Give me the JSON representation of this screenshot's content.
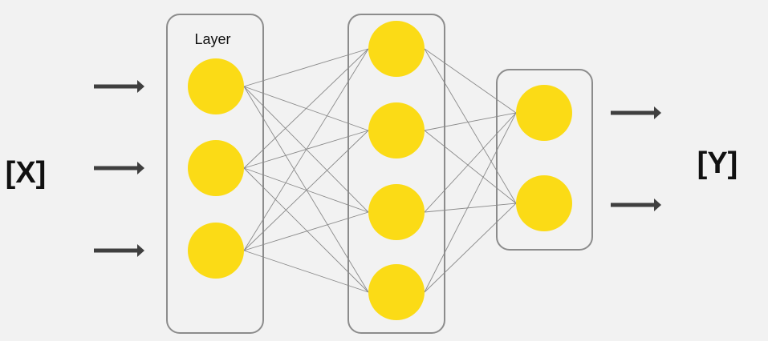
{
  "input_label": "[X]",
  "output_label": "[Y]",
  "layer_caption": "Layer",
  "layers": [
    {
      "name": "input-layer",
      "node_count": 3
    },
    {
      "name": "hidden-layer",
      "node_count": 4
    },
    {
      "name": "output-layer",
      "node_count": 2
    }
  ],
  "input_arrow_count": 3,
  "output_arrow_count": 2,
  "colors": {
    "background": "#f2f2f2",
    "node": "#fbdb16",
    "box_stroke": "#8c8c8c",
    "edge": "#8a8a8a",
    "arrow": "#3f3f3f",
    "text": "#111111"
  }
}
